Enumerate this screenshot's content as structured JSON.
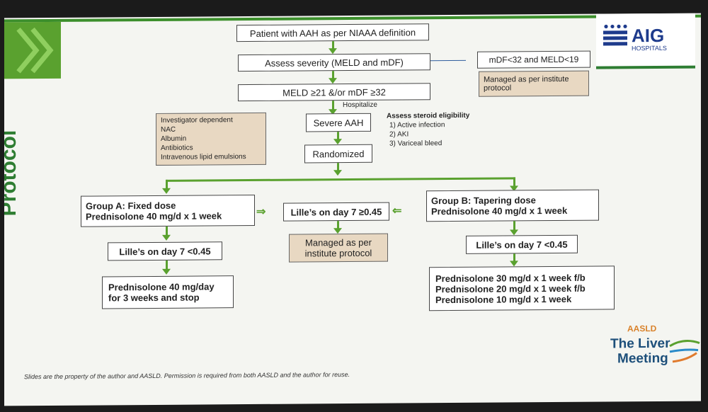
{
  "side_title": "Protocol",
  "nodes": {
    "patient": "Patient with AAH as per NIAAA definition",
    "assess": "Assess severity (MELD and mDF)",
    "meld": "MELD ≥21 &/or mDF ≥32",
    "hospitalize": "Hospitalize",
    "severe": "Severe AAH",
    "randomized": "Randomized",
    "mild": "mDF<32 and MELD<19",
    "managed_top": "Managed as per institute protocol",
    "group_a_1": "Group A: Fixed dose",
    "group_a_2": "Prednisolone 40 mg/d x 1 week",
    "lille_mid": "Lille’s on day 7 ≥0.45",
    "managed_mid": "Managed as per institute protocol",
    "group_b_1": "Group B: Tapering dose",
    "group_b_2": "Prednisolone 40 mg/d x 1 week",
    "lille_a": "Lille’s on day 7 <0.45",
    "lille_b": "Lille’s on day 7 <0.45",
    "final_a": "Prednisolone 40 mg/day for 3 weeks and stop",
    "final_b_1": "Prednisolone 30 mg/d x 1 week f/b",
    "final_b_2": "Prednisolone 20 mg/d x 1 week f/b",
    "final_b_3": "Prednisolone 10 mg/d x 1 week"
  },
  "investigator": [
    "Investigator dependent",
    "NAC",
    "Albumin",
    "Antibiotics",
    "Intravenous lipid emulsions"
  ],
  "steroid": {
    "title": "Assess steroid eligibility",
    "items": [
      "1)  Active infection",
      "2)  AKI",
      "3)  Variceal bleed"
    ]
  },
  "footer": "Slides are the property of the author and AASLD. Permission is required from both AASLD and the author for reuse.",
  "logo": {
    "name": "AIG",
    "sub": "HOSPITALS"
  },
  "meeting": {
    "org": "AASLD",
    "line1": "The Liver",
    "line2": "Meeting"
  },
  "colors": {
    "green": "#5aa12f",
    "tan": "#e8d8c2",
    "title_green": "#2e7d32"
  }
}
